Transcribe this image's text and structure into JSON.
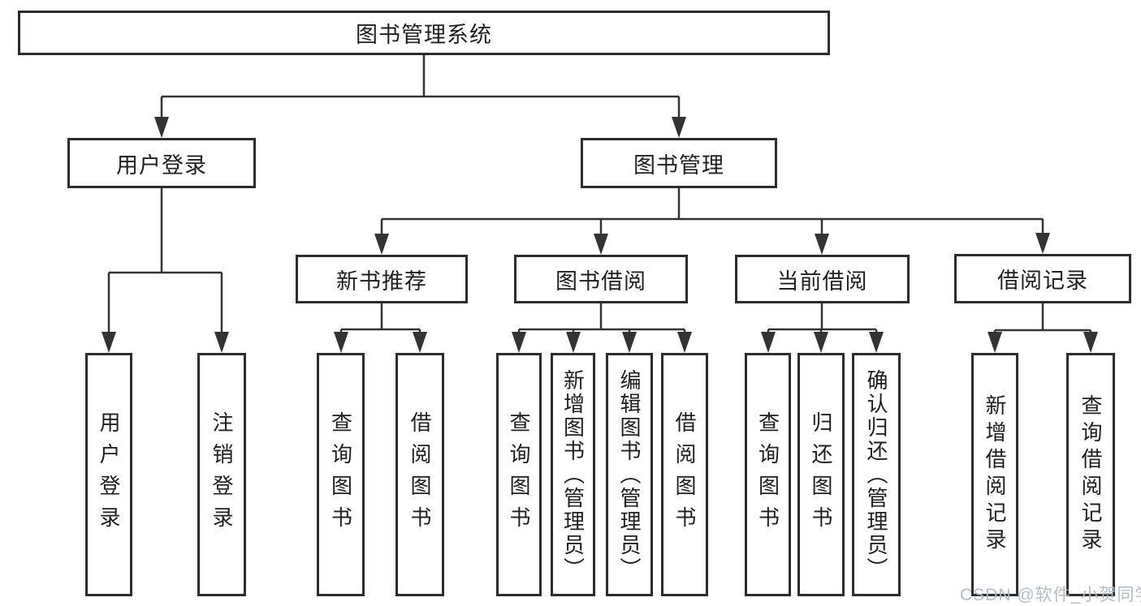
{
  "tree": {
    "label": "图书管理系统",
    "children": [
      {
        "label": "用户登录",
        "children": [
          {
            "label": "用户登录"
          },
          {
            "label": "注销登录"
          }
        ]
      },
      {
        "label": "图书管理",
        "children": [
          {
            "label": "新书推荐",
            "children": [
              {
                "label": "查询图书"
              },
              {
                "label": "借阅图书"
              }
            ]
          },
          {
            "label": "图书借阅",
            "children": [
              {
                "label": "查询图书"
              },
              {
                "label": "新增图书（管理员）"
              },
              {
                "label": "编辑图书（管理员）"
              },
              {
                "label": "借阅图书"
              }
            ]
          },
          {
            "label": "当前借阅",
            "children": [
              {
                "label": "查询图书"
              },
              {
                "label": "归还图书"
              },
              {
                "label": "确认归还（管理员）"
              }
            ]
          },
          {
            "label": "借阅记录",
            "children": [
              {
                "label": "新增借阅记录"
              },
              {
                "label": "查询借阅记录"
              }
            ]
          }
        ]
      }
    ]
  },
  "watermark": "CSDN @软件_小贺同学",
  "colors": {
    "line": "#333333",
    "box_border": "#2d2d2d",
    "text": "#1f1f1f",
    "watermark": "#b0b8c6",
    "background": "#ffffff"
  }
}
